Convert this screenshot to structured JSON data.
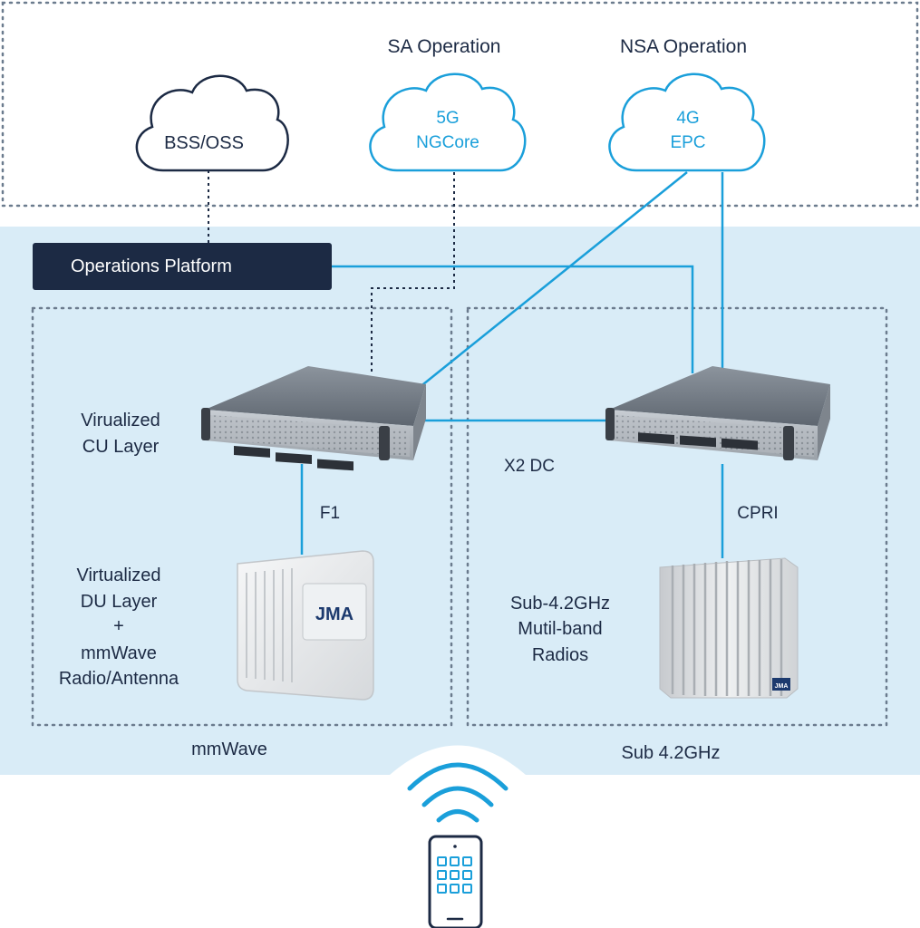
{
  "header": {
    "sa_title": "SA Operation",
    "nsa_title": "NSA Operation"
  },
  "clouds": {
    "bss": {
      "label": "BSS/OSS"
    },
    "ngcore": {
      "line1": "5G",
      "line2": "NGCore"
    },
    "epc": {
      "line1": "4G",
      "line2": "EPC"
    }
  },
  "operations_platform": {
    "label": "Operations Platform"
  },
  "mmwave": {
    "zone_label": "mmWave",
    "cu_line1": "Virualized",
    "cu_line2": "CU Layer",
    "f1_label": "F1",
    "du_line1": "Virtualized",
    "du_line2": "DU Layer",
    "du_line3": "+",
    "du_line4": "mmWave",
    "du_line5": "Radio/Antenna",
    "radio_logo": "JMA"
  },
  "sub42": {
    "zone_label": "Sub 4.2GHz",
    "x2_label": "X2 DC",
    "cpri_label": "CPRI",
    "radio_line1": "Sub-4.2GHz",
    "radio_line2": "Mutil-band",
    "radio_line3": "Radios",
    "radio_logo": "JMA"
  },
  "colors": {
    "navy": "#1c2a44",
    "accent_blue": "#1a9fda",
    "zone_bg": "#d9ecf7",
    "dotted": "#6b7b8e"
  },
  "icons": [
    "cloud-icon",
    "server-icon",
    "radio-unit-icon",
    "smartphone-icon",
    "wifi-signal-icon"
  ]
}
